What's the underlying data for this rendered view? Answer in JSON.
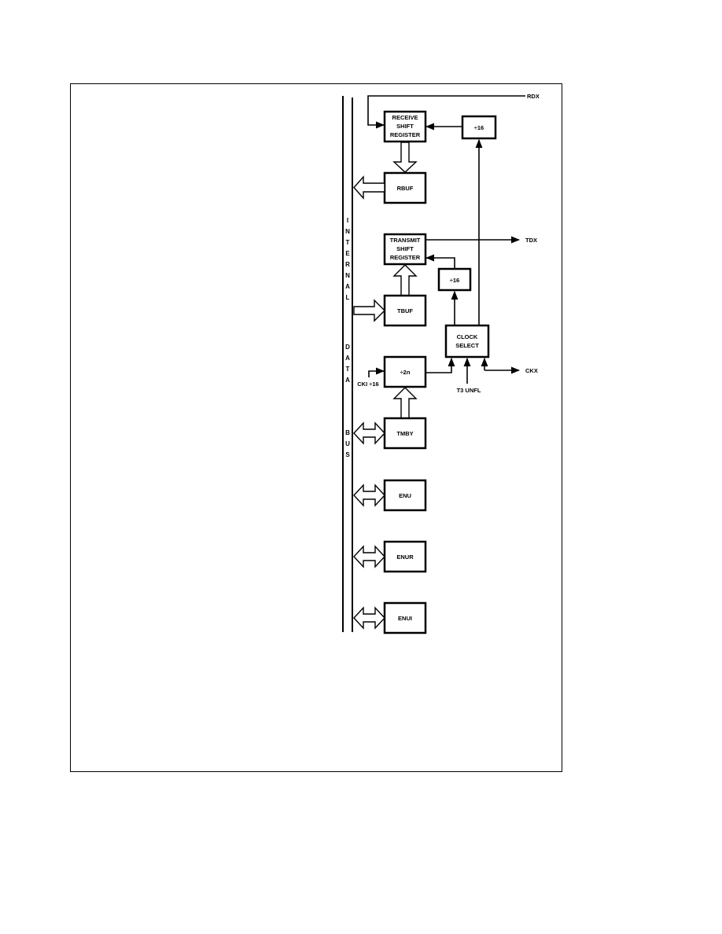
{
  "blocks": {
    "receive_shift_register": [
      "RECEIVE",
      "SHIFT",
      "REGISTER"
    ],
    "rx_div16": "÷16",
    "rbuf": "RBUF",
    "transmit_shift_register": [
      "TRANSMIT",
      "SHIFT",
      "REGISTER"
    ],
    "tx_div16": "÷16",
    "tbuf": "TBUF",
    "clock_select": [
      "CLOCK",
      "SELECT"
    ],
    "div2n": "÷2n",
    "tmby": "TMBY",
    "enu": "ENU",
    "enur": "ENUR",
    "enui": "ENUI"
  },
  "signals": {
    "rdx": "RDX",
    "tdx": "TDX",
    "ckx": "CKX",
    "cki_16": "CKI ÷16",
    "t3_unfl": "T3 UNFL"
  },
  "bus_label": [
    "I",
    "N",
    "T",
    "E",
    "R",
    "N",
    "A",
    "L",
    "D",
    "A",
    "T",
    "A",
    "B",
    "U",
    "S"
  ]
}
